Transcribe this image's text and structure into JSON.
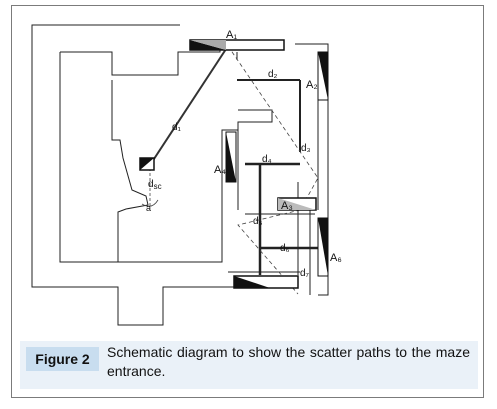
{
  "figure": {
    "label": "Figure 2",
    "caption": "Schematic diagram to show the scatter paths to the maze entrance."
  },
  "diagram": {
    "anchors": {
      "A1": "A₁",
      "A2": "A₂",
      "A3": "A₃",
      "A4": "A₄",
      "A6": "A₆"
    },
    "paths": {
      "d1": "d₁",
      "d2": "d₂",
      "d3": "d₃",
      "d4": "d₄",
      "d5": "d₅",
      "d6": "d₆",
      "d7": "d₇",
      "dsc": "d",
      "dsc_sub": "sc",
      "a": "a"
    },
    "colors": {
      "line": "#222222",
      "fill": "#1a1a1a",
      "frame": "#7b7b7b"
    }
  }
}
